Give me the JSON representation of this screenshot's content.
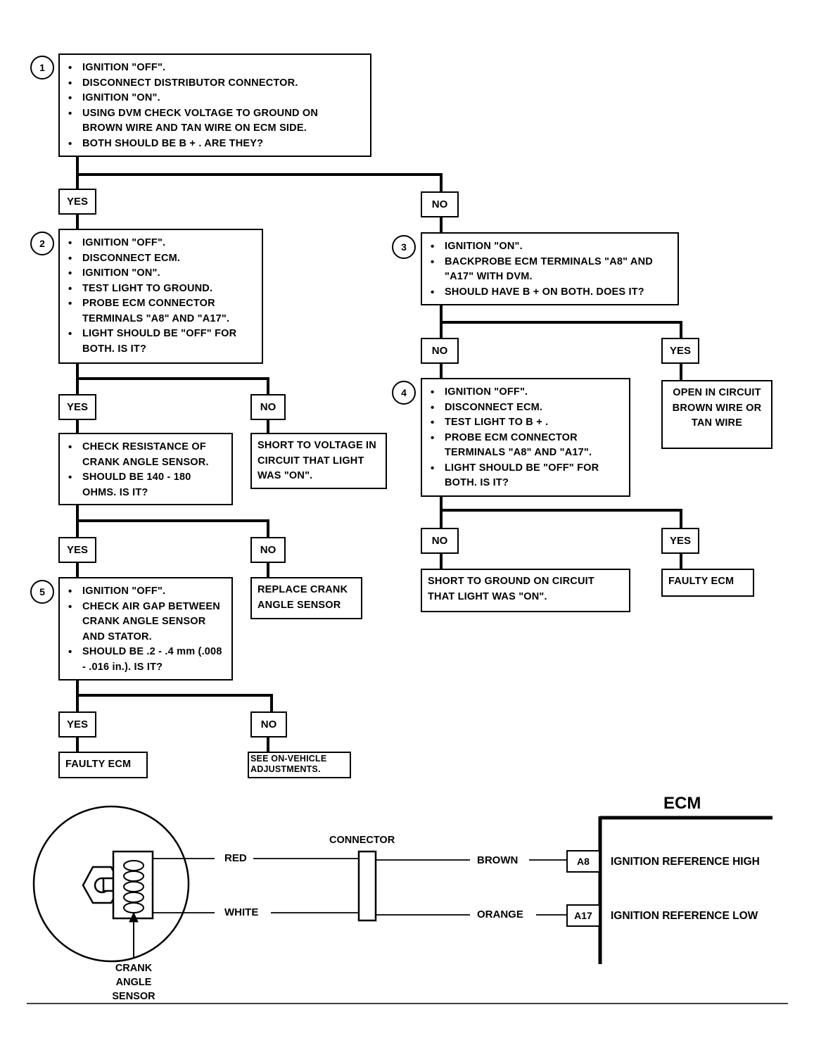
{
  "steps": {
    "s1": {
      "number": "1",
      "lines": [
        "IGNITION \"OFF\".",
        "DISCONNECT DISTRIBUTOR CONNECTOR.",
        "IGNITION \"ON\".",
        "USING DVM CHECK VOLTAGE TO GROUND ON BROWN WIRE AND TAN WIRE ON ECM SIDE.",
        "BOTH SHOULD BE B + .  ARE THEY?"
      ]
    },
    "s2": {
      "number": "2",
      "lines": [
        "IGNITION \"OFF\".",
        "DISCONNECT ECM.",
        "IGNITION \"ON\".",
        "TEST LIGHT TO GROUND.",
        "PROBE ECM CONNECTOR TERMINALS \"A8\" AND \"A17\".",
        "LIGHT SHOULD BE \"OFF\" FOR BOTH.  IS IT?"
      ]
    },
    "s3": {
      "number": "3",
      "lines": [
        "IGNITION \"ON\".",
        "BACKPROBE ECM TERMINALS \"A8\" AND \"A17\" WITH DVM.",
        "SHOULD HAVE B + ON BOTH.  DOES IT?"
      ]
    },
    "s4": {
      "number": "4",
      "lines": [
        "IGNITION \"OFF\".",
        "DISCONNECT ECM.",
        "TEST LIGHT TO B + .",
        "PROBE ECM CONNECTOR TERMINALS \"A8\" AND \"A17\".",
        "LIGHT SHOULD BE \"OFF\" FOR BOTH.  IS IT?"
      ]
    },
    "s5": {
      "number": "5",
      "lines": [
        "IGNITION \"OFF\".",
        "CHECK AIR GAP BETWEEN CRANK ANGLE SENSOR AND STATOR.",
        "SHOULD BE .2 - .4 mm (.008 - .016 in.).  IS IT?"
      ]
    },
    "crank_check": {
      "lines": [
        "CHECK RESISTANCE OF CRANK ANGLE SENSOR.",
        "SHOULD BE 140 - 180 OHMS.  IS IT?"
      ]
    }
  },
  "results": {
    "short_voltage": "SHORT TO VOLTAGE IN CIRCUIT THAT LIGHT WAS \"ON\".",
    "open_circuit": "OPEN IN CIRCUIT BROWN WIRE OR TAN WIRE",
    "replace_sensor": "REPLACE CRANK ANGLE SENSOR",
    "short_ground": "SHORT TO GROUND ON CIRCUIT THAT LIGHT WAS \"ON\".",
    "faulty_ecm_right": "FAULTY ECM",
    "faulty_ecm_left": "FAULTY ECM",
    "see_adjustments": "SEE ON-VEHICLE ADJUSTMENTS."
  },
  "answers": {
    "yes": "YES",
    "no": "NO"
  },
  "schematic": {
    "ecm_title": "ECM",
    "connector_label": "CONNECTOR",
    "sensor_label": "CRANK ANGLE SENSOR",
    "wire_red": "RED",
    "wire_white": "WHITE",
    "wire_brown": "BROWN",
    "wire_orange": "ORANGE",
    "pin_a8": "A8",
    "pin_a17": "A17",
    "ref_high": "IGNITION REFERENCE HIGH",
    "ref_low": "IGNITION REFERENCE LOW"
  }
}
